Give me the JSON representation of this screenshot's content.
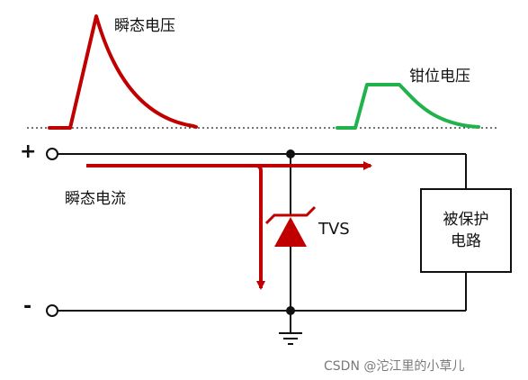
{
  "labels": {
    "transient_voltage": "瞬态电压",
    "clamp_voltage": "钳位电压",
    "transient_current": "瞬态电流",
    "tvs": "TVS",
    "protected_circuit_line1": "被保护",
    "protected_circuit_line2": "电路",
    "plus_terminal": "+",
    "minus_terminal": "-"
  },
  "watermark": "CSDN @沱江里的小草儿",
  "colors": {
    "transient": "#c00000",
    "clamp": "#22b24c",
    "wire": "#111111"
  }
}
